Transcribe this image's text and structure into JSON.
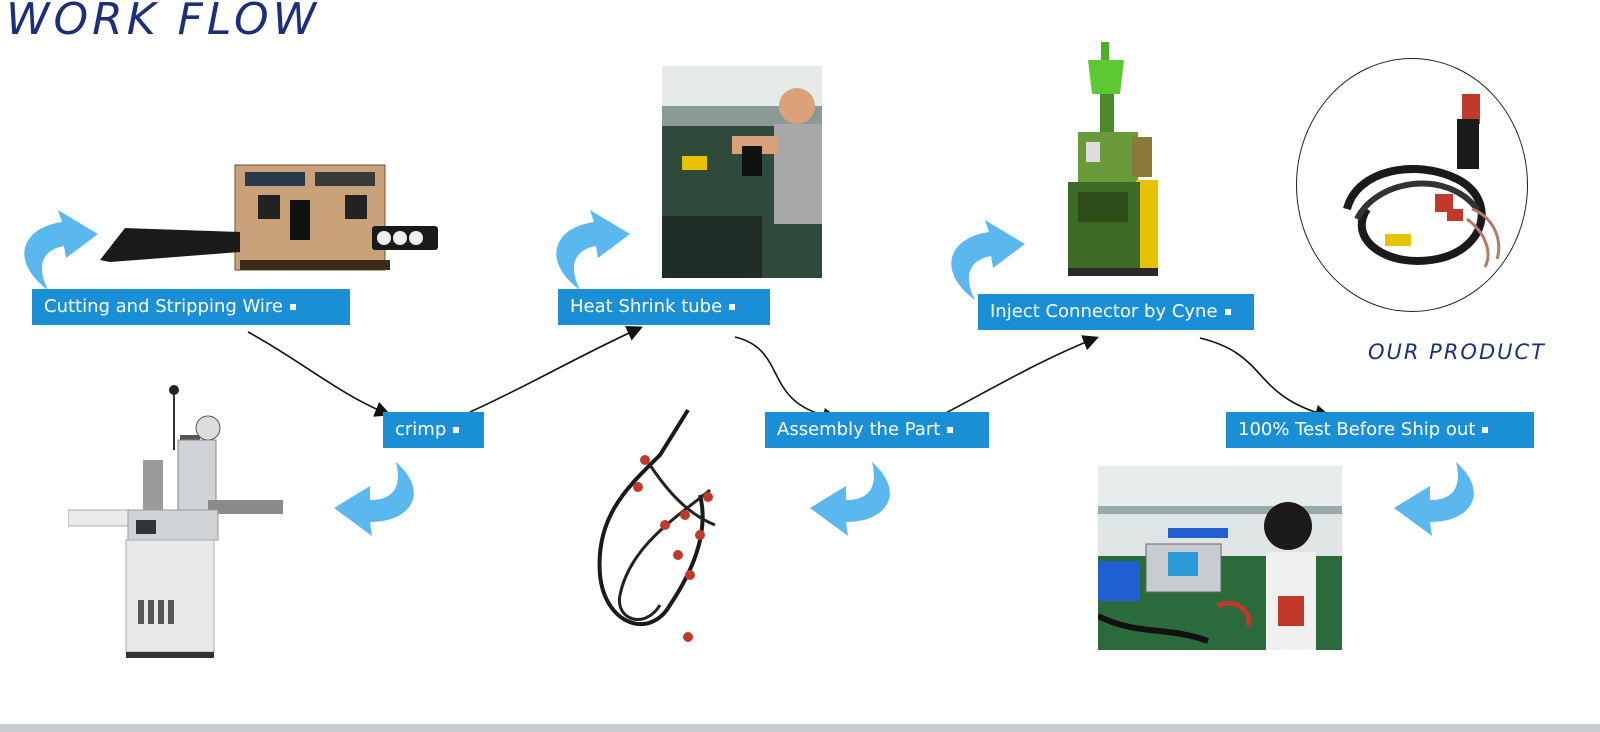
{
  "title": "WORK FLOW",
  "steps": {
    "cutting": "Cutting and Stripping Wire",
    "heat": "Heat Shrink tube",
    "inject": "Inject Connector by Cyne",
    "crimp": "crimp",
    "assembly": "Assembly the Part",
    "test": "100% Test Before Ship out"
  },
  "product_label": "OUR PRODUCT",
  "colors": {
    "label_bg": "#1b8fd6",
    "title": "#1d2f7a",
    "arrow": "#5ab8ef"
  }
}
